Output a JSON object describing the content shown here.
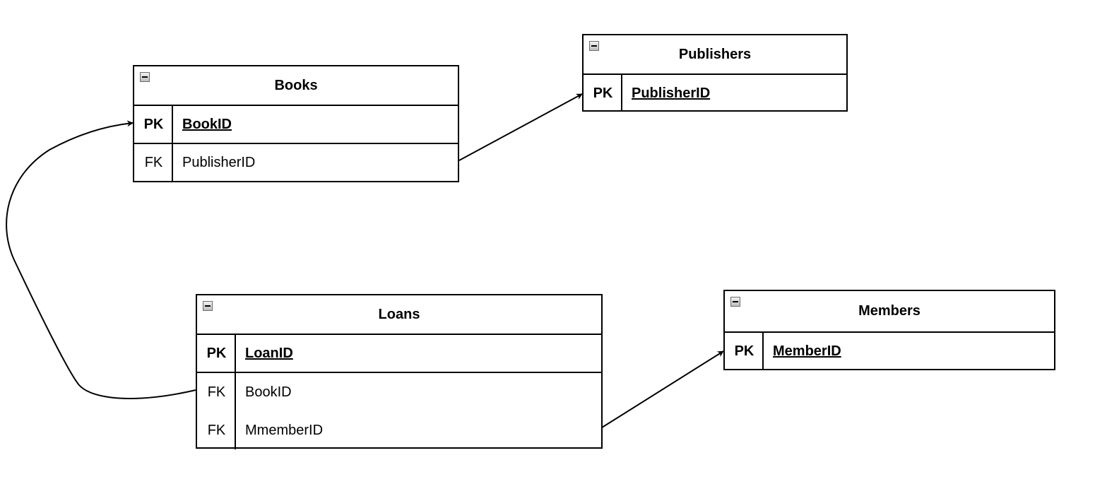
{
  "entities": {
    "books": {
      "title": "Books",
      "pk": {
        "key": "PK",
        "field": "BookID "
      },
      "fks": [
        {
          "key": "FK",
          "field": "PublisherID"
        }
      ]
    },
    "publishers": {
      "title": "Publishers",
      "pk": {
        "key": "PK",
        "field": "PublisherID "
      }
    },
    "loans": {
      "title": "Loans",
      "pk": {
        "key": "PK",
        "field": "LoanID "
      },
      "fks": [
        {
          "key": "FK",
          "field": "BookID"
        },
        {
          "key": "FK",
          "field": "MmemberID"
        }
      ]
    },
    "members": {
      "title": "Members",
      "pk": {
        "key": "PK",
        "field": "MemberID "
      }
    }
  },
  "colors": {
    "stroke": "#000000",
    "background": "#ffffff"
  }
}
